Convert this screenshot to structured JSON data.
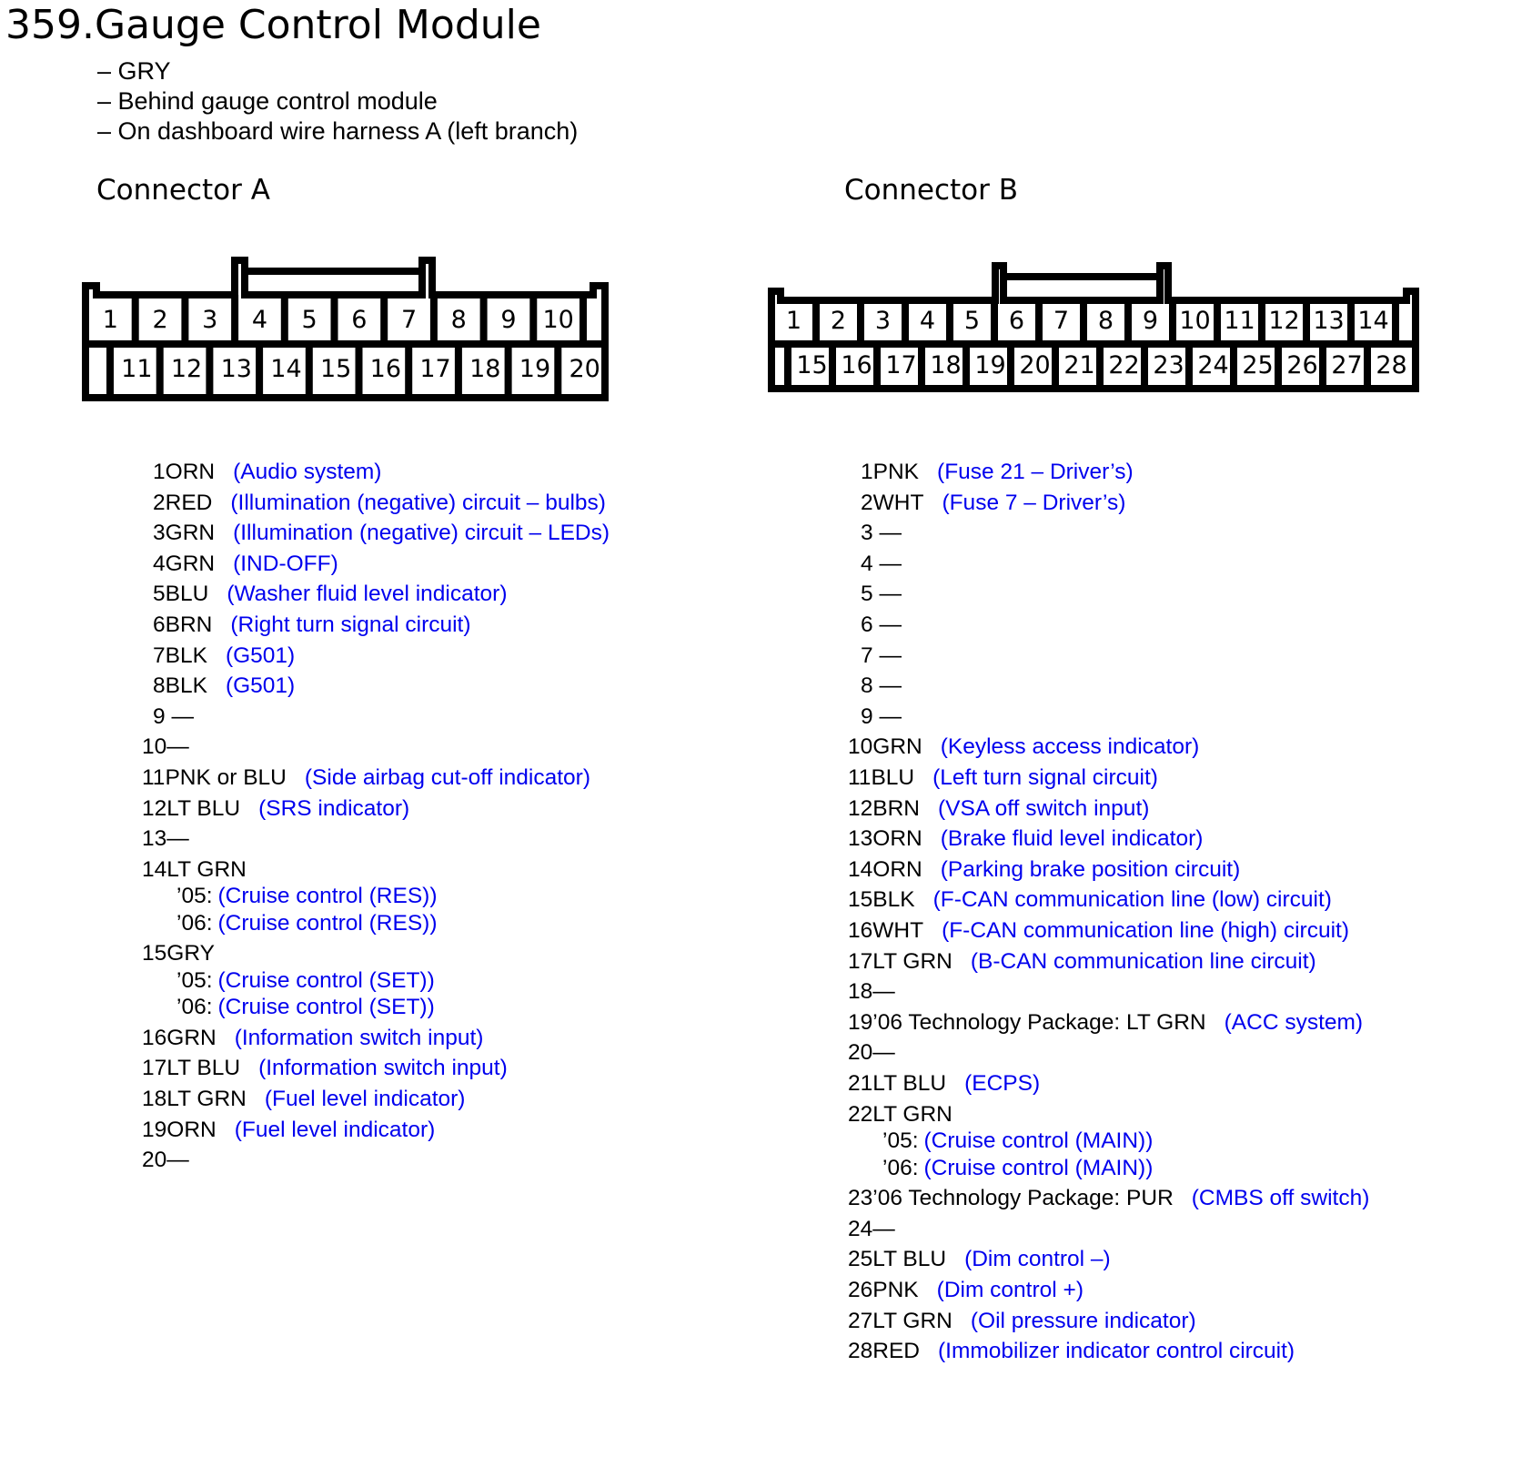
{
  "header": {
    "title": "359.Gauge Control Module",
    "notes": [
      "– GRY",
      "– Behind gauge control module",
      "– On dashboard wire harness A (left branch)"
    ]
  },
  "colors": {
    "description_text": "#0000ee",
    "wire_text": "#000000",
    "connector_outline": "#000000"
  },
  "connector_a": {
    "title": "Connector A",
    "top_row_cavities": [
      "1",
      "2",
      "3",
      "4",
      "5",
      "6",
      "7",
      "8",
      "9",
      "10"
    ],
    "bottom_row_cavities": [
      "11",
      "12",
      "13",
      "14",
      "15",
      "16",
      "17",
      "18",
      "19",
      "20"
    ],
    "pins": [
      {
        "num": "1",
        "wire": "ORN",
        "desc": "(Audio system)"
      },
      {
        "num": "2",
        "wire": "RED",
        "desc": "(Illumination (negative) circuit – bulbs)"
      },
      {
        "num": "3",
        "wire": "GRN",
        "desc": "(Illumination (negative) circuit – LEDs)"
      },
      {
        "num": "4",
        "wire": "GRN",
        "desc": "(IND-OFF)"
      },
      {
        "num": "5",
        "wire": "BLU",
        "desc": "(Washer fluid level indicator)"
      },
      {
        "num": "6",
        "wire": "BRN",
        "desc": "(Right turn signal circuit)"
      },
      {
        "num": "7",
        "wire": "BLK",
        "desc": "(G501)"
      },
      {
        "num": "8",
        "wire": "BLK",
        "desc": "(G501)"
      },
      {
        "num": "9",
        "wire": " —",
        "desc": ""
      },
      {
        "num": "10",
        "wire": "—",
        "desc": ""
      },
      {
        "num": "11",
        "wire": "PNK or BLU",
        "desc": "(Side airbag cut-off indicator)"
      },
      {
        "num": "12",
        "wire": "LT BLU",
        "desc": "(SRS indicator)"
      },
      {
        "num": "13",
        "wire": "—",
        "desc": ""
      },
      {
        "num": "14",
        "wire": "LT GRN",
        "desc": "",
        "sub": [
          {
            "label": "’05:",
            "desc": "(Cruise control (RES))"
          },
          {
            "label": "’06:",
            "desc": "(Cruise control (RES))"
          }
        ]
      },
      {
        "num": "15",
        "wire": "GRY",
        "desc": "",
        "sub": [
          {
            "label": "’05:",
            "desc": "(Cruise control (SET))"
          },
          {
            "label": "’06:",
            "desc": "(Cruise control (SET))"
          }
        ]
      },
      {
        "num": "16",
        "wire": "GRN",
        "desc": "(Information switch input)"
      },
      {
        "num": "17",
        "wire": "LT BLU",
        "desc": "(Information switch input)"
      },
      {
        "num": "18",
        "wire": "LT GRN",
        "desc": "(Fuel level indicator)"
      },
      {
        "num": "19",
        "wire": "ORN",
        "desc": "(Fuel level indicator)"
      },
      {
        "num": "20",
        "wire": "—",
        "desc": ""
      }
    ]
  },
  "connector_b": {
    "title": "Connector B",
    "top_row_cavities": [
      "1",
      "2",
      "3",
      "4",
      "5",
      "6",
      "7",
      "8",
      "9",
      "10",
      "11",
      "12",
      "13",
      "14"
    ],
    "bottom_row_cavities": [
      "15",
      "16",
      "17",
      "18",
      "19",
      "20",
      "21",
      "22",
      "23",
      "24",
      "25",
      "26",
      "27",
      "28"
    ],
    "pins": [
      {
        "num": "1",
        "wire": "PNK",
        "desc": "(Fuse 21 – Driver’s)"
      },
      {
        "num": "2",
        "wire": "WHT",
        "desc": "(Fuse 7 – Driver’s)"
      },
      {
        "num": "3",
        "wire": " —",
        "desc": ""
      },
      {
        "num": "4",
        "wire": " —",
        "desc": ""
      },
      {
        "num": "5",
        "wire": " —",
        "desc": ""
      },
      {
        "num": "6",
        "wire": " —",
        "desc": ""
      },
      {
        "num": "7",
        "wire": " —",
        "desc": ""
      },
      {
        "num": "8",
        "wire": " —",
        "desc": ""
      },
      {
        "num": "9",
        "wire": " —",
        "desc": ""
      },
      {
        "num": "10",
        "wire": "GRN",
        "desc": "(Keyless access indicator)"
      },
      {
        "num": "11",
        "wire": "BLU",
        "desc": "(Left turn signal circuit)"
      },
      {
        "num": "12",
        "wire": "BRN",
        "desc": "(VSA off switch input)"
      },
      {
        "num": "13",
        "wire": "ORN",
        "desc": "(Brake fluid level indicator)"
      },
      {
        "num": "14",
        "wire": "ORN",
        "desc": "(Parking brake position circuit)"
      },
      {
        "num": "15",
        "wire": "BLK",
        "desc": "(F-CAN communication line (low) circuit)"
      },
      {
        "num": "16",
        "wire": "WHT",
        "desc": "(F-CAN communication line (high) circuit)"
      },
      {
        "num": "17",
        "wire": "LT GRN",
        "desc": "(B-CAN communication line circuit)"
      },
      {
        "num": "18",
        "wire": "—",
        "desc": ""
      },
      {
        "num": "19",
        "wire": "’06 Technology Package: LT GRN",
        "desc": "(ACC system)"
      },
      {
        "num": "20",
        "wire": "—",
        "desc": ""
      },
      {
        "num": "21",
        "wire": "LT BLU",
        "desc": "(ECPS)"
      },
      {
        "num": "22",
        "wire": "LT GRN",
        "desc": "",
        "sub": [
          {
            "label": "’05:",
            "desc": "(Cruise control (MAIN))"
          },
          {
            "label": "’06:",
            "desc": "(Cruise control (MAIN))"
          }
        ]
      },
      {
        "num": "23",
        "wire": "’06 Technology Package: PUR",
        "desc": "(CMBS off switch)"
      },
      {
        "num": "24",
        "wire": "—",
        "desc": ""
      },
      {
        "num": "25",
        "wire": "LT BLU",
        "desc": "(Dim control –)"
      },
      {
        "num": "26",
        "wire": "PNK",
        "desc": "(Dim control +)"
      },
      {
        "num": "27",
        "wire": "LT GRN",
        "desc": "(Oil pressure indicator)"
      },
      {
        "num": "28",
        "wire": "RED",
        "desc": "(Immobilizer indicator control circuit)"
      }
    ]
  }
}
